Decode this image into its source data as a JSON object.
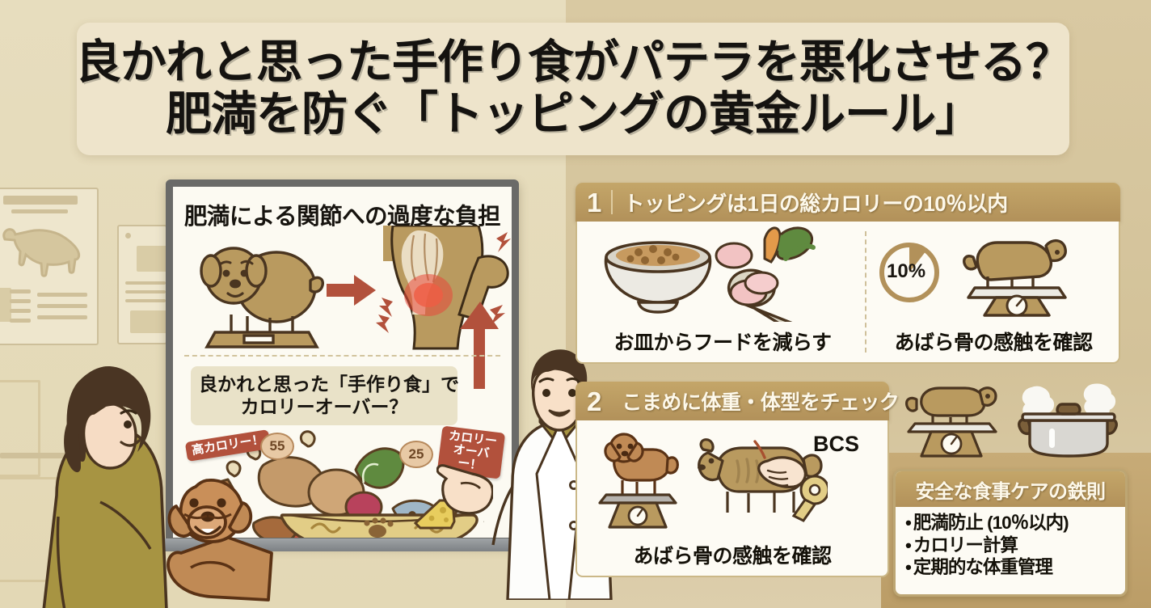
{
  "title": {
    "line1": "良かれと思った手作り食がパテラを悪化させる？",
    "line2": "肥満を防ぐ「トッピングの黄金ルール」"
  },
  "whiteboard": {
    "heading": "肥満による関節への過度な負担",
    "subheading_line1": "良かれと思った「手作り食」で",
    "subheading_line2": "カロリーオーバー？",
    "tag_left": "高カロリー！",
    "tag_right_line1": "カロリー",
    "tag_right_line2": "オーバー！",
    "calorie_chip_1": "55",
    "calorie_chip_2": "25"
  },
  "sections": [
    {
      "number": "1",
      "title": "トッピングは1日の総カロリーの10％以内",
      "items": [
        {
          "caption": "お皿からフードを減らす",
          "icon": "food-bowl-icon"
        },
        {
          "caption": "あばら骨の感触を確認",
          "icon": "dog-on-scale-icon",
          "badge": "10%"
        }
      ]
    },
    {
      "number": "2",
      "title": "こまめに体重・体型をチェック",
      "items": [
        {
          "caption": "あばら骨の感触を確認",
          "icon": "scale-and-bcs-icon",
          "badge": "BCS"
        }
      ]
    }
  ],
  "rules_box": {
    "heading": "安全な食事ケアの鉄則",
    "items": [
      "肥満防止 (10％以内)",
      "カロリー計算",
      "定期的な体重管理"
    ]
  },
  "side_icons": [
    {
      "name": "dog-on-scale-icon"
    },
    {
      "name": "steaming-pot-icon"
    }
  ],
  "colors": {
    "background": "#d6c69f",
    "banner": "#eee4cb",
    "gold_header": "#b2915a",
    "accent_red": "#b2513c",
    "dog_body": "#b99a5f",
    "poodle": "#c08a55"
  }
}
